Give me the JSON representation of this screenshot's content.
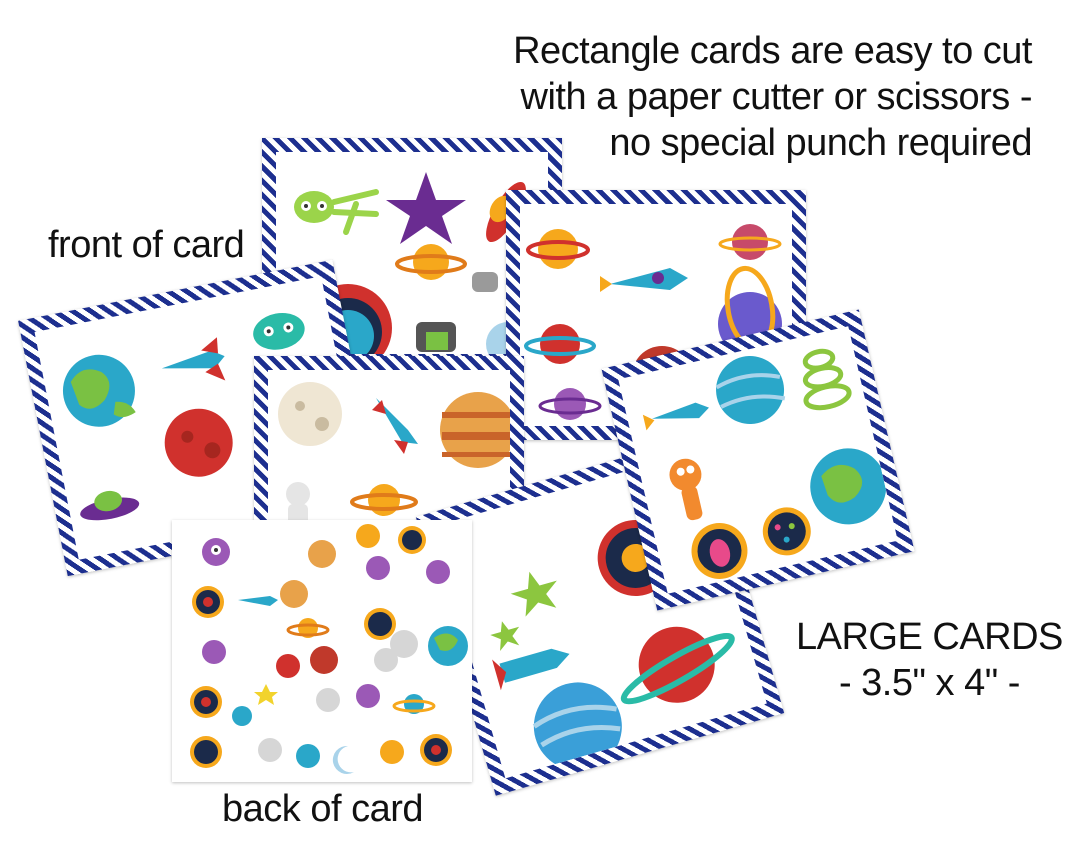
{
  "captions": {
    "headline_lines": [
      "Rectangle cards are easy to cut",
      "with a paper cutter or scissors -",
      "no special punch required"
    ],
    "front_label": "front of card",
    "back_label": "back of card",
    "large_lines": [
      "LARGE CARDS",
      "- 3.5\" x 4\" -"
    ]
  },
  "colors": {
    "stripe": "#1d2f8f",
    "card_bg": "#ffffff",
    "earth_green": "#7ac143",
    "earth_blue": "#2aa7c9",
    "mars_red": "#d0312d",
    "star_purple": "#6a2c91",
    "star_green": "#8cc63f",
    "moon_blue": "#a9d3ea",
    "saturn_orange": "#f6a81c"
  },
  "icons": [
    "alien-icon",
    "star-icon",
    "rocket-icon",
    "planet-icon",
    "saturn-icon",
    "moon-icon",
    "earth-icon",
    "ufo-icon",
    "astronaut-icon",
    "monster-badge-icon"
  ]
}
